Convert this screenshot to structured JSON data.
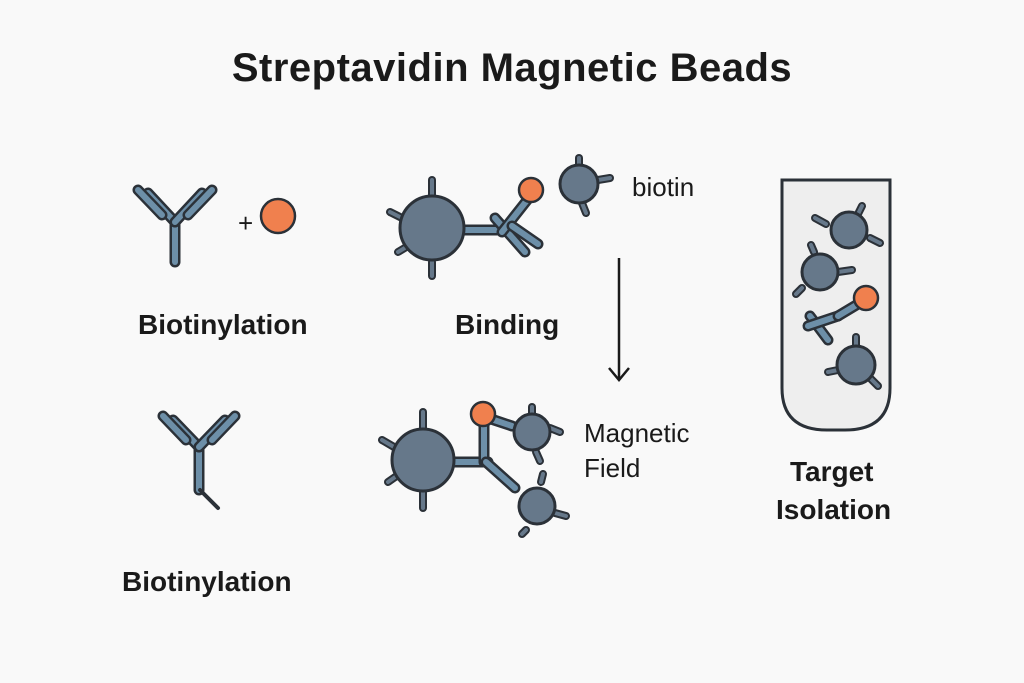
{
  "title": "Streptavidin Magnetic Beads",
  "labels": {
    "biotinylation_top": "Biotinylation",
    "binding": "Binding",
    "biotin": "biotin",
    "magnetic_field": [
      "Magnetic",
      "Field"
    ],
    "biotinylation_bottom": "Biotinylation",
    "target_isolation": [
      "Target",
      "Isolation"
    ],
    "plus": "+"
  },
  "colors": {
    "antibody": "#6d8fa8",
    "bead": "#66788a",
    "biotin": "#f0804e",
    "outline": "#2b3138",
    "tube_fill": "#eeeeee",
    "background": "#f9f9f9"
  }
}
